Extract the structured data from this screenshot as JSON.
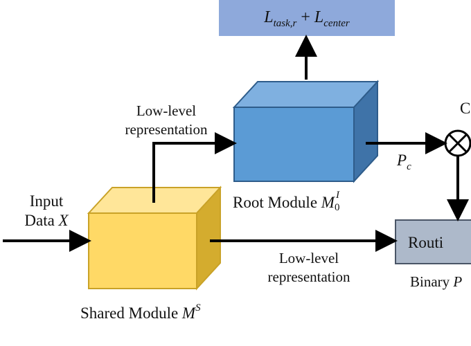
{
  "loss_box": {
    "L_base": "L",
    "L_task_sub": "task,r",
    "plus": " + ",
    "L2_base": "L",
    "L_center_sub": "center"
  },
  "input": {
    "line1": "Input",
    "line2_text": "Data ",
    "line2_var": "X"
  },
  "shared_module": {
    "label": "Shared Module ",
    "var": "M",
    "sup": "S"
  },
  "root_module": {
    "label": "Root Module ",
    "var": "M",
    "sup": "I",
    "sub": "0"
  },
  "low_level_top": {
    "line1": "Low-level",
    "line2": "representation"
  },
  "low_level_bottom": {
    "line1": "Low-level",
    "line2": "representation"
  },
  "pc": {
    "var": "P",
    "sub": "c"
  },
  "routing_box": {
    "label": "Routi"
  },
  "binary": {
    "label": "Binary ",
    "var": "P"
  },
  "c_cut": {
    "label": "C"
  },
  "colors": {
    "loss_box": "#8EA9DB",
    "root_front": "#5B9BD5",
    "root_top": "#7FB0E0",
    "root_side": "#3F73A8",
    "shared_front": "#FFD966",
    "shared_top": "#FFE699",
    "shared_side": "#D4AC2E",
    "routing_box": "#ADB9CA"
  }
}
